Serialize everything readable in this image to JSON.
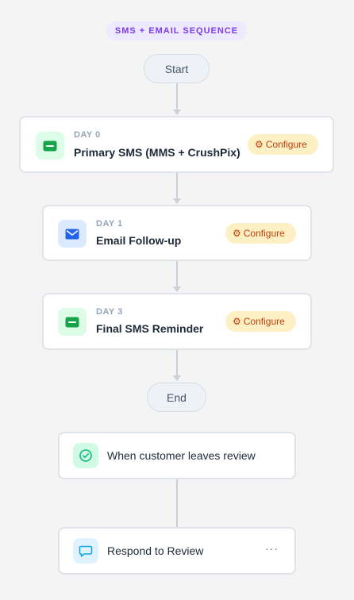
{
  "sequence": {
    "badge": "SMS + EMAIL SEQUENCE",
    "start_label": "Start",
    "end_label": "End",
    "steps": [
      {
        "day": "DAY 0",
        "title": "Primary SMS (MMS + CrushPix)",
        "icon": "sms-icon",
        "config_label": "Configure",
        "config_icon": "⚙"
      },
      {
        "day": "DAY 1",
        "title": "Email Follow-up",
        "icon": "email-icon",
        "config_label": "Configure",
        "config_icon": "⚙"
      },
      {
        "day": "DAY 3",
        "title": "Final SMS Reminder",
        "icon": "sms-icon",
        "config_label": "Configure",
        "config_icon": "⚙"
      }
    ]
  },
  "trigger": {
    "title": "When customer leaves review",
    "icon": "check-circle-icon"
  },
  "action": {
    "title": "Respond to Review",
    "icon": "chat-bubble-icon",
    "more_label": "···"
  },
  "colors": {
    "badge_bg": "#ede9fe",
    "badge_text": "#7c3aed",
    "configure_bg": "#fdf0c4",
    "configure_text": "#c2410c",
    "sms_icon": "#16a34a",
    "email_icon": "#2563eb",
    "check_icon": "#10b981",
    "chat_icon": "#0ea5e9"
  }
}
